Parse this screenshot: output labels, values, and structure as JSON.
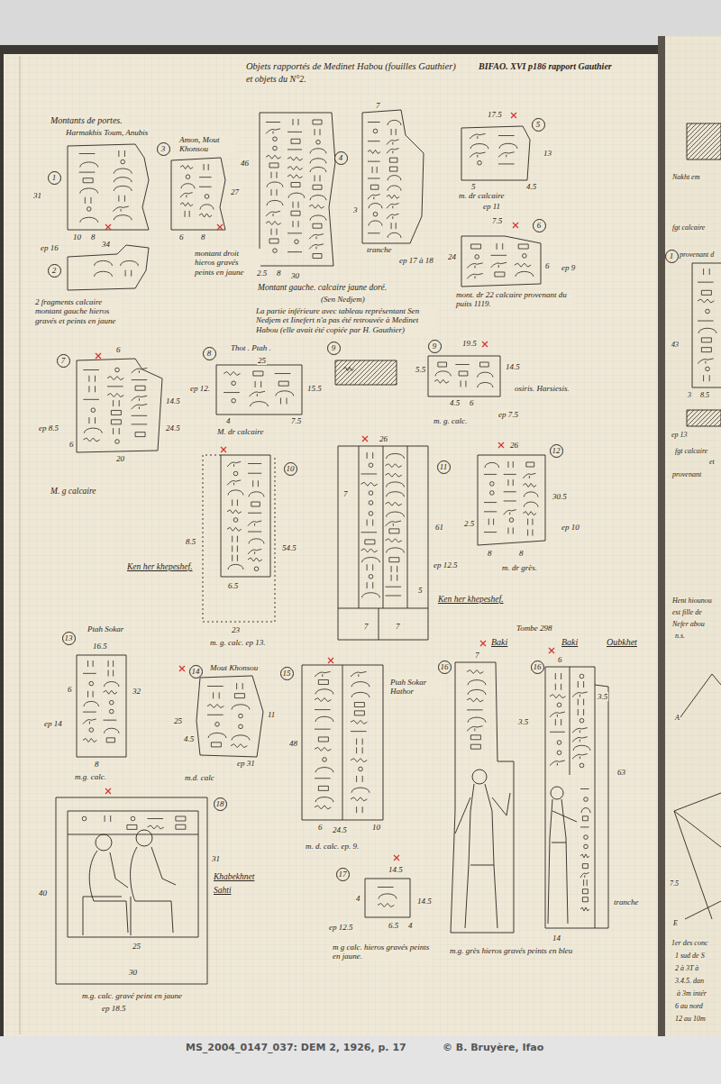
{
  "diagram": {
    "title": "Objets rapportés de Medinet Habou (fouilles Gauthier)",
    "nodes": [
      {
        "text": [
          "1"
        ]
      },
      {
        "text": [
          "2"
        ]
      },
      {
        "text": [
          "3"
        ]
      },
      {
        "text": [
          "4"
        ]
      },
      {
        "text": [
          "5"
        ]
      },
      {
        "text": [
          "6"
        ]
      },
      {
        "text": [
          "7"
        ]
      },
      {
        "text": [
          "8"
        ]
      },
      {
        "text": [
          "9"
        ]
      },
      {
        "text": [
          "9"
        ]
      },
      {
        "text": [
          "10"
        ]
      },
      {
        "text": [
          "11"
        ]
      },
      {
        "text": [
          "12"
        ]
      },
      {
        "text": [
          "13"
        ]
      },
      {
        "text": [
          "14"
        ]
      },
      {
        "text": [
          "15"
        ]
      },
      {
        "text": [
          "16"
        ]
      },
      {
        "text": [
          "16"
        ]
      },
      {
        "text": [
          "17"
        ]
      },
      {
        "text": [
          "18"
        ]
      },
      {
        "text": [
          "1"
        ]
      }
    ],
    "labels": [
      "BIFAO. XVI p186 rapport Gauthier",
      "et objets du N°2.",
      "Montants de portes.",
      "Harmakhis Toum, Anubis",
      "31",
      "10",
      "8",
      "34",
      "ep 16",
      "2 fragments calcaire montant gauche hieros gravés et peints en jaune",
      "Amon, Mout Khonsou",
      "27",
      "6",
      "8",
      "montant droit hieros gravés peints en jaune",
      "46",
      "2.5",
      "8",
      "30",
      "7",
      "3",
      "tranche",
      "ep 17 à 18",
      "Montant gauche. calcaire jaune doré.",
      "(Sen Nedjem)",
      "La partie inférieure avec tableau représentant Sen Nedjem et Iinefert n'a pas été retrouvée à Medinet Habou (elle avait été copiée par H. Gauthier)",
      "17.5",
      "13",
      "5",
      "4.5",
      "m. dr calcaire",
      "ep 11",
      "7.5",
      "24",
      "6",
      "ep 9",
      "mont. dr 22 calcaire provenant du puits 1119.",
      "6",
      "14.5",
      "24.5",
      "ep 8.5",
      "6",
      "20",
      "M. g calcaire",
      "Thot . Ptah .",
      "25",
      "ep 12.",
      "15.5",
      "4",
      "7.5",
      "M. dr calcaire",
      "19.5",
      "5.5",
      "14.5",
      "osiris. Harsiesis.",
      "4.5",
      "6",
      "ep 7.5",
      "m. g. calc.",
      "8.5",
      "54.5",
      "6.5",
      "Ken her khepeshef.",
      "23",
      "m. g. calc. ep 13.",
      "26",
      "7",
      "61",
      "ep 12.5",
      "5",
      "7",
      "7",
      "Ken her khepeshef.",
      "26",
      "30.5",
      "ep 10",
      "2.5",
      "8",
      "8",
      "m. dr grès.",
      "Ptah Sokar",
      "16.5",
      "6",
      "32",
      "ep 14",
      "8",
      "m.g. calc.",
      "Mout Khonsou",
      "25",
      "4.5",
      "11",
      "ep 31",
      "m.d. calc",
      "Ptah Sokar Hathor",
      "48",
      "6",
      "24.5",
      "10",
      "m. d. calc. ep. 9.",
      "Baki",
      "Tombe 298",
      "7",
      "3.5",
      "Baki",
      "Oubkhet",
      "6",
      "3.5",
      "63",
      "tranche",
      "14",
      "m.g. grès hieros gravés peints en bleu",
      "40",
      "31",
      "Khabekhnet",
      "Sahti",
      "25",
      "30",
      "m.g. calc. gravé peint en jaune",
      "ep 18.5",
      "14.5",
      "4",
      "14.5",
      "ep 12.5",
      "6.5",
      "4",
      "m g calc. hieros gravés peints en jaune.",
      "Nakht em",
      "fgt calcaire",
      "provenant d",
      "43",
      "3",
      "8.5",
      "ep 13",
      "fgt calcaire",
      "et",
      "provenant",
      "Hent hiounou",
      "est fille de",
      "Nefer abou",
      "n.s.",
      "A",
      "7.5",
      "E",
      "1er des conc",
      "1 sud de S",
      "2 à 3T à",
      "3.4.5. dan",
      "à 3m intér",
      "6 au nord",
      "12 au 10m",
      "MS_2004_0147_037: DEM 2, 1926, p. 17",
      "© B. Bruyère, Ifao"
    ]
  }
}
